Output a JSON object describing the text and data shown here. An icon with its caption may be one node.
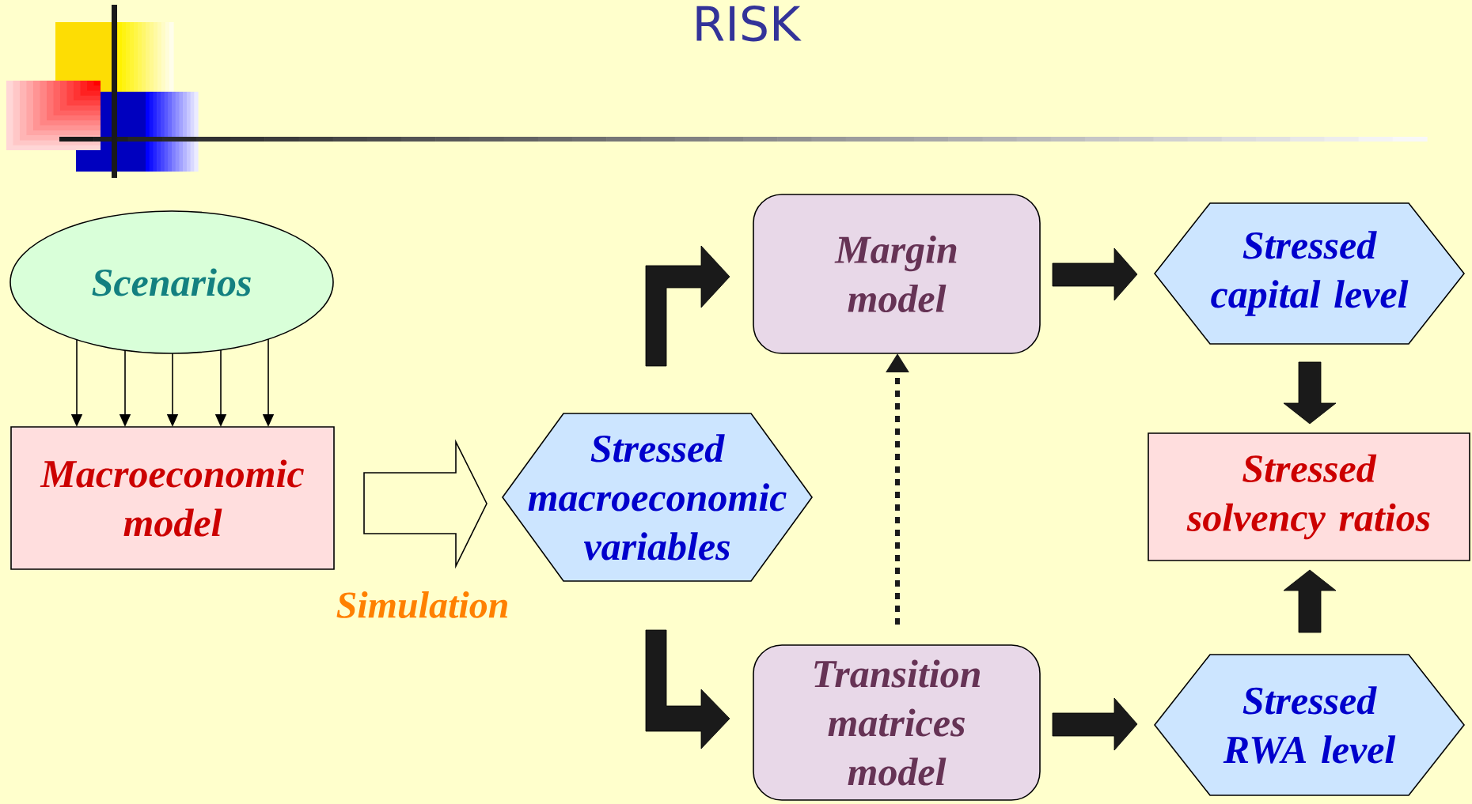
{
  "diagram": {
    "title": "RISK",
    "nodes": [
      {
        "text": [
          "Scenarios"
        ]
      },
      {
        "text": [
          "Macroeconomic model"
        ]
      },
      {
        "text": [
          "Stressed macroeconomic variables"
        ]
      },
      {
        "text": [
          "Margin model"
        ]
      },
      {
        "text": [
          "Transition matrices model"
        ]
      },
      {
        "text": [
          "Stressed capital level"
        ]
      },
      {
        "text": [
          "Stressed solvency ratios"
        ]
      },
      {
        "text": [
          "Stressed RWA level"
        ]
      }
    ],
    "edges": [
      {
        "from": 0,
        "to": 1,
        "arrow": "to"
      },
      {
        "from": 0,
        "to": 1,
        "arrow": "to"
      },
      {
        "from": 0,
        "to": 1,
        "arrow": "to"
      },
      {
        "from": 0,
        "to": 1,
        "arrow": "to"
      },
      {
        "from": 0,
        "to": 1,
        "arrow": "to"
      },
      {
        "from": 1,
        "to": 2,
        "arrow": "to",
        "label": "Simulation",
        "style": "thick",
        "color": "#ffffcc"
      },
      {
        "from": 2,
        "to": 3,
        "arrow": "to",
        "style": "thick"
      },
      {
        "from": 2,
        "to": 4,
        "arrow": "to",
        "style": "thick"
      },
      {
        "from": 4,
        "to": 3,
        "arrow": "to",
        "style": "dashed"
      },
      {
        "from": 3,
        "to": 5,
        "arrow": "to",
        "style": "thick"
      },
      {
        "from": 4,
        "to": 7,
        "arrow": "to",
        "style": "thick"
      },
      {
        "from": 5,
        "to": 6,
        "arrow": "to",
        "style": "thick"
      },
      {
        "from": 7,
        "to": 6,
        "arrow": "to",
        "style": "thick"
      }
    ]
  }
}
